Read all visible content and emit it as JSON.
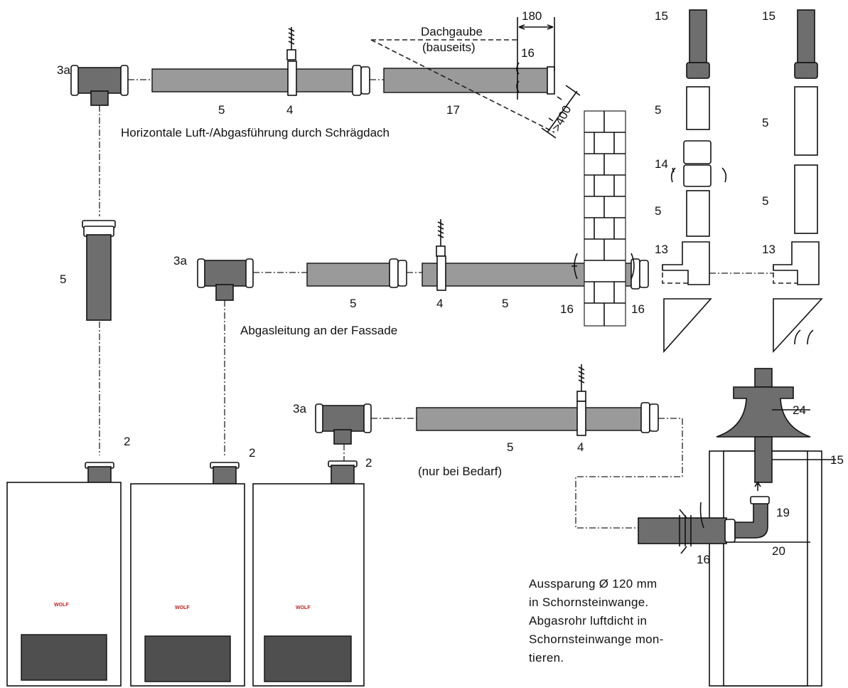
{
  "captions": {
    "roof": "Horizontale Luft-/Abgasführung durch Schrägdach",
    "facade": "Abgasleitung an der Fassade",
    "optional": "(nur bei Bedarf)"
  },
  "roof_labels": {
    "dormer_line1": "Dachgaube",
    "dormer_line2": "(bauseits)",
    "dim_180": "180",
    "dim_400": ">400"
  },
  "note_lines": [
    "Aussparung  Ø 120  mm",
    "in  Schornsteinwange.",
    "Abgasrohr  luftdicht  in",
    "Schornsteinwange mon-",
    "tieren."
  ],
  "part_numbers": {
    "p2": "2",
    "p3a": "3a",
    "p4": "4",
    "p5": "5",
    "p13": "13",
    "p14": "14",
    "p15": "15",
    "p16": "16",
    "p17": "17",
    "p19": "19",
    "p20": "20",
    "p24": "24"
  },
  "boiler_logo": "WOLF",
  "colors": {
    "pipe": "#6e6e6e",
    "panel": "#4f4f4f",
    "logo": "#b22222"
  }
}
